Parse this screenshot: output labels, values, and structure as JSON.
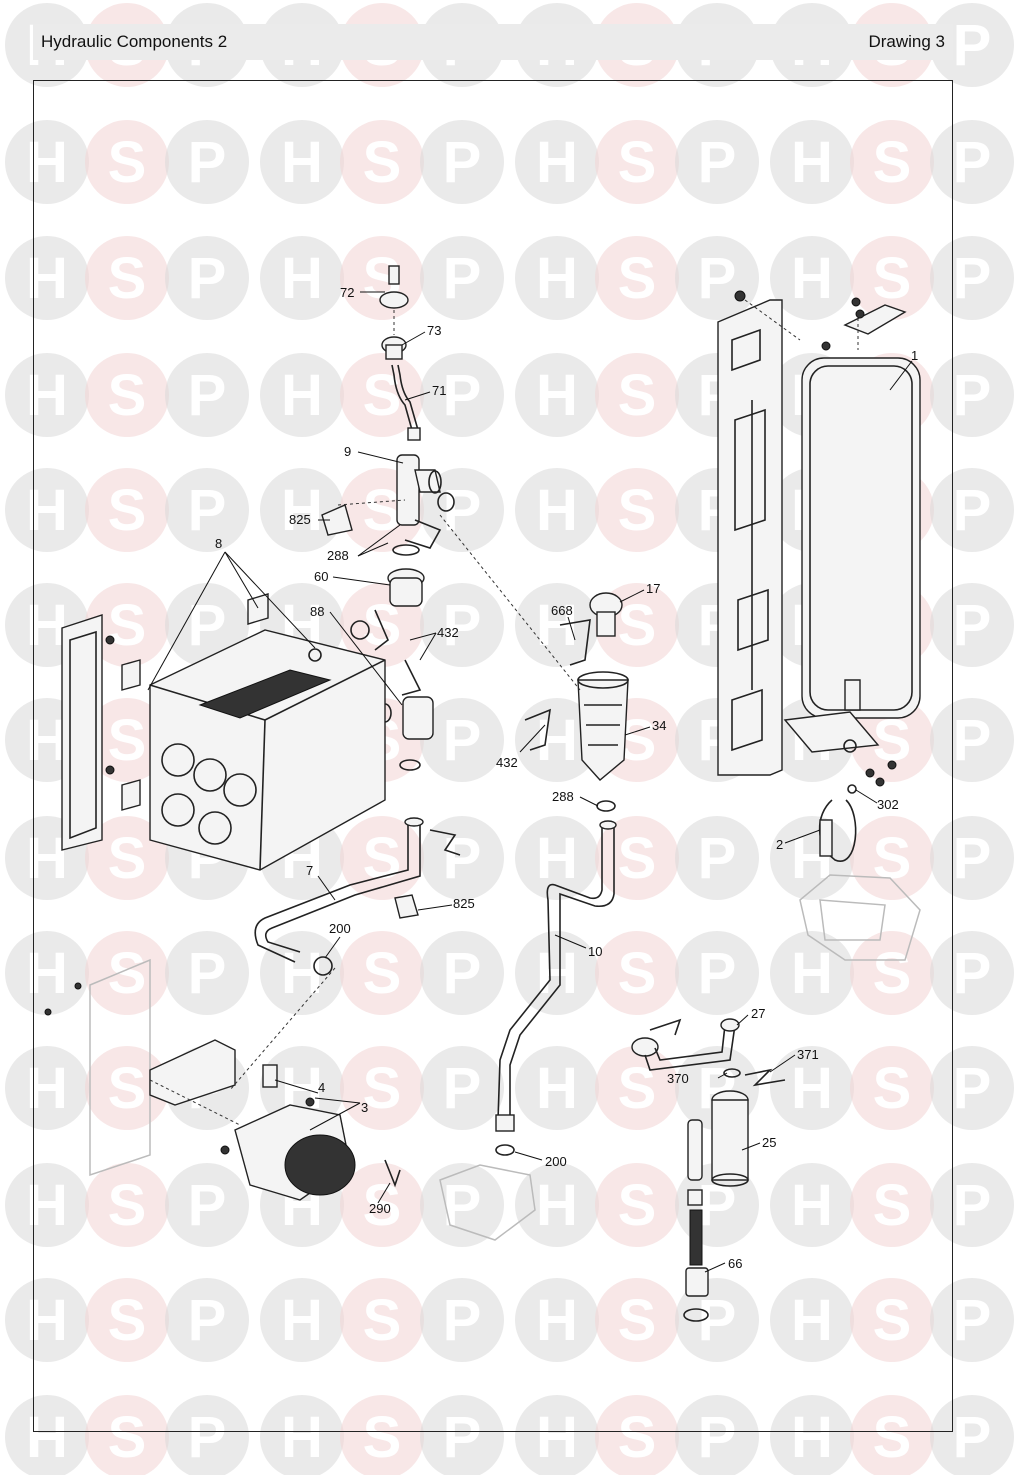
{
  "header": {
    "title": "Hydraulic Components 2",
    "drawing": "Drawing 3"
  },
  "watermark": {
    "letters": [
      "H",
      "S",
      "P"
    ],
    "color_h": "#d9d9d9",
    "color_s": "#f2d4d4",
    "color_p": "#d9d9d9"
  },
  "callouts": {
    "c1": "1",
    "c2": "2",
    "c3": "3",
    "c4": "4",
    "c7": "7",
    "c8": "8",
    "c9": "9",
    "c10": "10",
    "c17": "17",
    "c25": "25",
    "c27": "27",
    "c34": "34",
    "c60": "60",
    "c66": "66",
    "c71": "71",
    "c72": "72",
    "c73": "73",
    "c88": "88",
    "c200a": "200",
    "c200b": "200",
    "c288a": "288",
    "c288b": "288",
    "c290": "290",
    "c302": "302",
    "c370": "370",
    "c371": "371",
    "c432a": "432",
    "c432b": "432",
    "c668": "668",
    "c825a": "825",
    "c825b": "825"
  }
}
